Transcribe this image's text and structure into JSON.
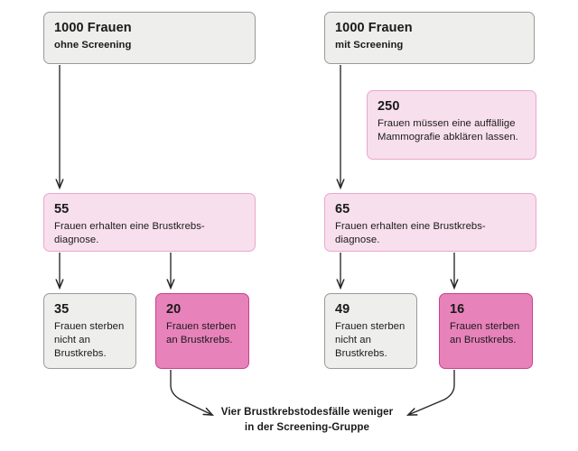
{
  "diagram": {
    "type": "flowchart",
    "language": "de",
    "colors": {
      "grey_fill": "#eeeeec",
      "grey_border": "#9a9a98",
      "pink_fill": "#f8dfed",
      "pink_border": "#e9a8ce",
      "magenta_fill": "#e882bb",
      "magenta_border": "#c9418c",
      "arrow": "#262626",
      "text": "#1a1a1a",
      "background": "#ffffff"
    },
    "nodes": {
      "head_left": {
        "number": "1000 Frauen",
        "text": "ohne Screening",
        "style": "grey"
      },
      "head_right": {
        "number": "1000 Frauen",
        "text": "mit Screening",
        "style": "grey"
      },
      "recall": {
        "number": "250",
        "text": "Frauen müssen eine auffällige Mammografie abklären lassen.",
        "style": "pink"
      },
      "diag_left": {
        "number": "55",
        "text": "Frauen erhalten eine Brustkrebs-diagnose.",
        "style": "pink"
      },
      "diag_right": {
        "number": "65",
        "text": "Frauen erhalten eine Brustkrebs-diagnose.",
        "style": "pink"
      },
      "surv_left": {
        "number": "35",
        "text": "Frauen sterben nicht an Brustkrebs.",
        "style": "grey"
      },
      "died_left": {
        "number": "20",
        "text": "Frauen sterben an Brustkrebs.",
        "style": "magenta"
      },
      "surv_right": {
        "number": "49",
        "text": "Frauen sterben nicht an Brustkrebs.",
        "style": "grey"
      },
      "died_right": {
        "number": "16",
        "text": "Frauen sterben an Brustkrebs.",
        "style": "magenta"
      }
    },
    "caption": {
      "line1": "Vier Brustkrebstodesfälle weniger",
      "line2": "in der Screening-Gruppe"
    }
  }
}
